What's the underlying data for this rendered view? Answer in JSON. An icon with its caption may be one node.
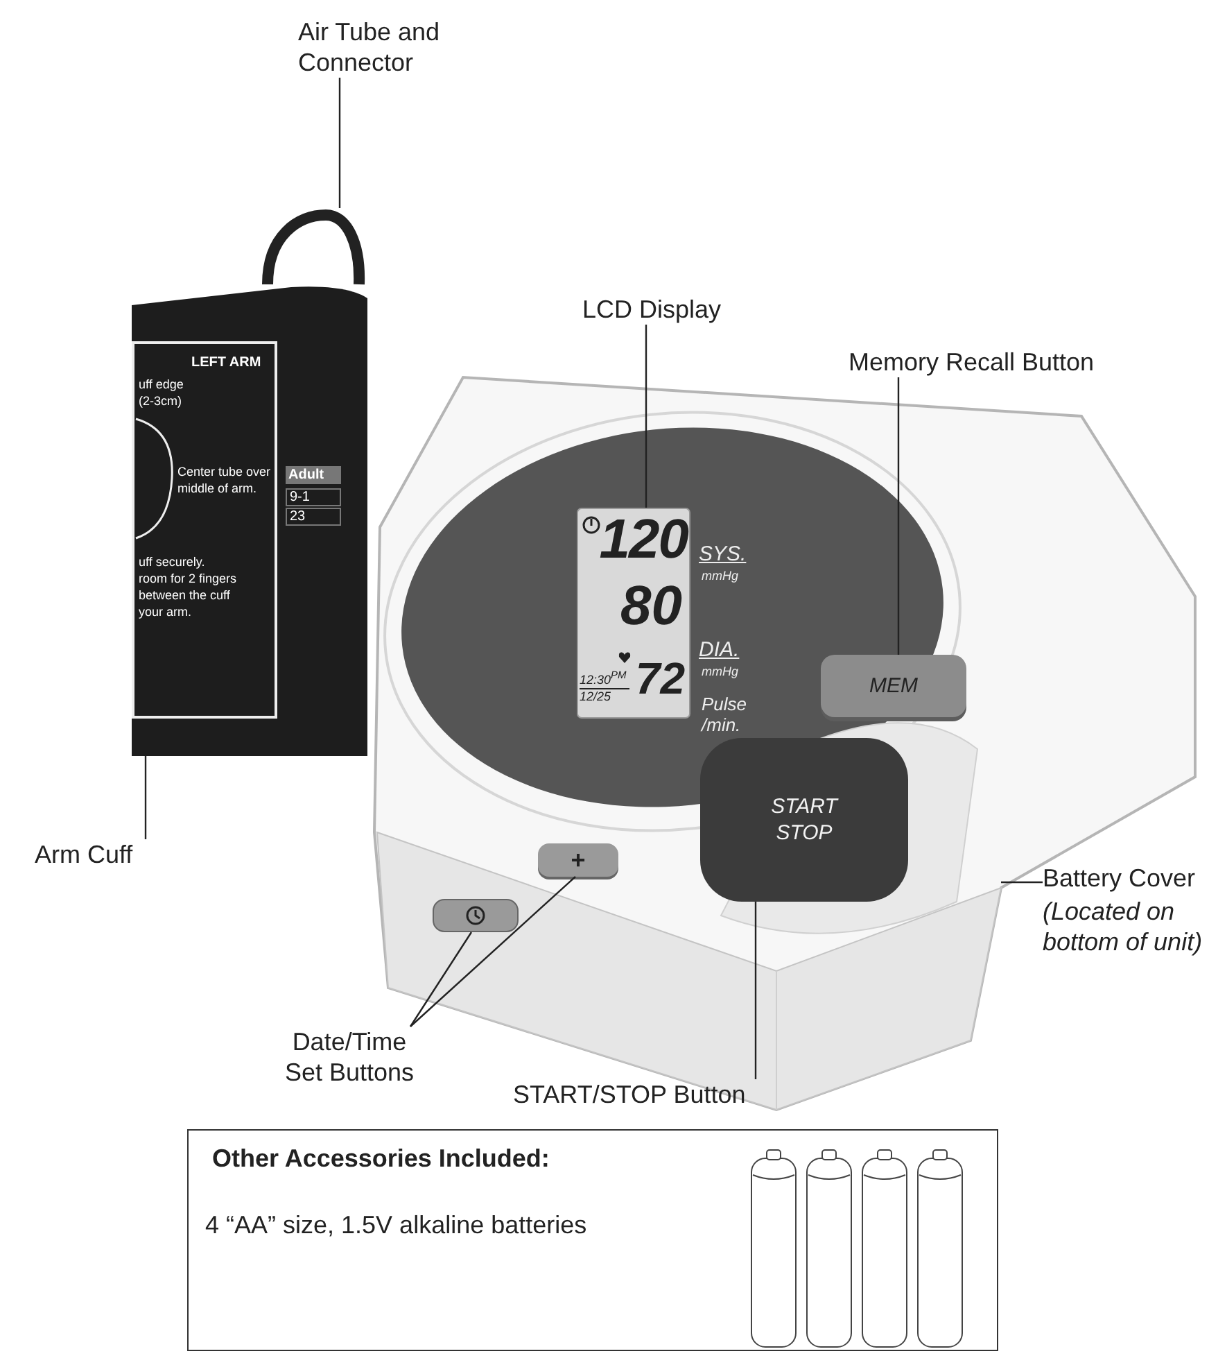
{
  "diagram": {
    "nodes": [
      {
        "text": [
          "Air Tube and Connector"
        ]
      },
      {
        "text": [],
        "shape": "picture"
      },
      {
        "text": [
          "LCD Display"
        ]
      },
      {
        "text": [],
        "shape": "box"
      },
      {
        "text": [
          "Memory Recall Button"
        ]
      },
      {
        "text": [
          "MEM"
        ]
      },
      {
        "text": [
          "Arm Cuff"
        ]
      },
      {
        "text": [],
        "shape": "picture"
      },
      {
        "text": [
          "Battery Cover",
          "(Located on bottom of unit)"
        ]
      },
      {
        "text": [
          "Date/Time Set Buttons"
        ]
      },
      {
        "text": [],
        "shape": "box"
      },
      {
        "text": [
          "+"
        ]
      },
      {
        "text": [
          "START/STOP Button"
        ]
      },
      {
        "text": [
          "START STOP"
        ]
      },
      {
        "text": [
          "Other Accessories Included:",
          "4 “AA” size, 1.5V alkaline batteries"
        ]
      }
    ],
    "edges": [
      {
        "from": 0,
        "to": 1,
        "arrow": "none"
      },
      {
        "from": 2,
        "to": 3,
        "arrow": "none"
      },
      {
        "from": 4,
        "to": 5,
        "arrow": "none"
      },
      {
        "from": 6,
        "to": 7,
        "arrow": "none"
      },
      {
        "from": 8,
        "to": null,
        "arrow": "none"
      },
      {
        "from": 9,
        "to": 10,
        "arrow": "none"
      },
      {
        "from": 9,
        "to": 11,
        "arrow": "none"
      },
      {
        "from": 12,
        "to": 13,
        "arrow": "none"
      }
    ],
    "labels": [
      "120",
      "80",
      "72",
      "12:30$^{PM}$",
      "12/25",
      "SYS.",
      "mmHg",
      "DIA.",
      "mmHg",
      "Pulse /min.",
      "LEFT ARM",
      "uff edge",
      "(2-3cm)",
      "Center tube over middle of arm.",
      "uff securely.",
      "room for 2 fingers",
      "between the cuff",
      "your arm.",
      "Adult",
      "9-1",
      "23"
    ]
  }
}
